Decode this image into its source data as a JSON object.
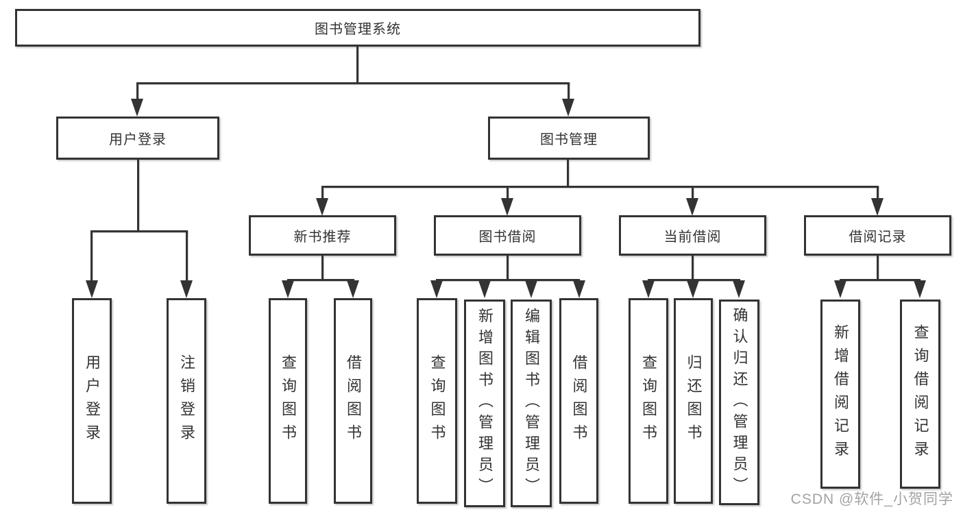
{
  "diagram": {
    "title": "图书管理系统",
    "type": "hierarchy-tree",
    "root": {
      "label": "图书管理系统",
      "children": [
        {
          "label": "用户登录",
          "children": [
            {
              "label": "用户登录"
            },
            {
              "label": "注销登录"
            }
          ]
        },
        {
          "label": "图书管理",
          "children": [
            {
              "label": "新书推荐",
              "children": [
                {
                  "label": "查询图书"
                },
                {
                  "label": "借阅图书"
                }
              ]
            },
            {
              "label": "图书借阅",
              "children": [
                {
                  "label": "查询图书"
                },
                {
                  "label": "新增图书（管理员）"
                },
                {
                  "label": "编辑图书（管理员）"
                },
                {
                  "label": "借阅图书"
                }
              ]
            },
            {
              "label": "当前借阅",
              "children": [
                {
                  "label": "查询图书"
                },
                {
                  "label": "归还图书"
                },
                {
                  "label": "确认归还（管理员）"
                }
              ]
            },
            {
              "label": "借阅记录",
              "children": [
                {
                  "label": "新增借阅记录"
                },
                {
                  "label": "查询借阅记录"
                }
              ]
            }
          ]
        }
      ]
    }
  },
  "watermark": {
    "text": "CSDN @软件_小贺同学",
    "color": "#989898"
  },
  "colors": {
    "background": "#ffffff",
    "line": "#333333",
    "box_border": "#333333",
    "text": "#333333"
  }
}
